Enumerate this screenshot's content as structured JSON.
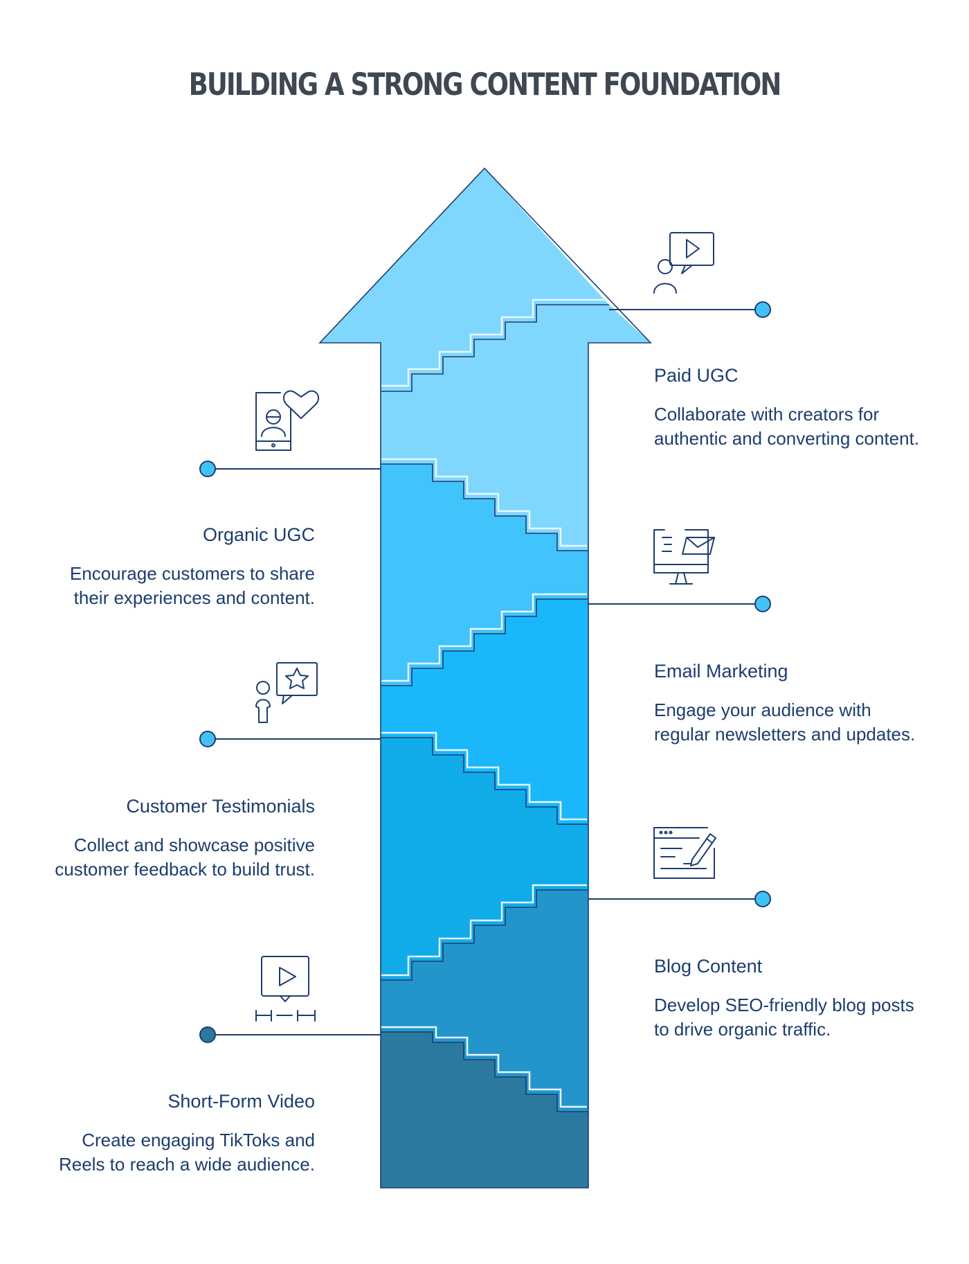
{
  "title": "BUILDING A STRONG CONTENT FOUNDATION",
  "colors": {
    "arrow_tip": "#80d7fd",
    "band_1": "#2c79a0",
    "band_2": "#2495cb",
    "band_3": "#10abe9",
    "band_4": "#1ab8fb",
    "band_5": "#41c3fb",
    "band_6": "#80d7fd",
    "line": "#1c3d6e",
    "dot_light": "#42c1f7",
    "dot_dark": "#2c79a0"
  },
  "steps": [
    {
      "title": "Short-Form Video",
      "desc": "Create engaging TikToks and Reels to reach a wide audience.",
      "icon": "video-ruler-icon"
    },
    {
      "title": "Blog Content",
      "desc": "Develop SEO-friendly blog posts to drive organic traffic.",
      "icon": "blog-edit-icon"
    },
    {
      "title": "Customer Testimonials",
      "desc": "Collect and showcase positive customer feedback to build trust.",
      "icon": "testimonial-star-icon"
    },
    {
      "title": "Email Marketing",
      "desc": "Engage your audience with regular newsletters and updates.",
      "icon": "monitor-email-icon"
    },
    {
      "title": "Organic UGC",
      "desc": "Encourage customers to share their experiences and content.",
      "icon": "phone-heart-icon"
    },
    {
      "title": "Paid UGC",
      "desc": "Collaborate with creators for authentic and converting content.",
      "icon": "user-video-icon"
    }
  ]
}
